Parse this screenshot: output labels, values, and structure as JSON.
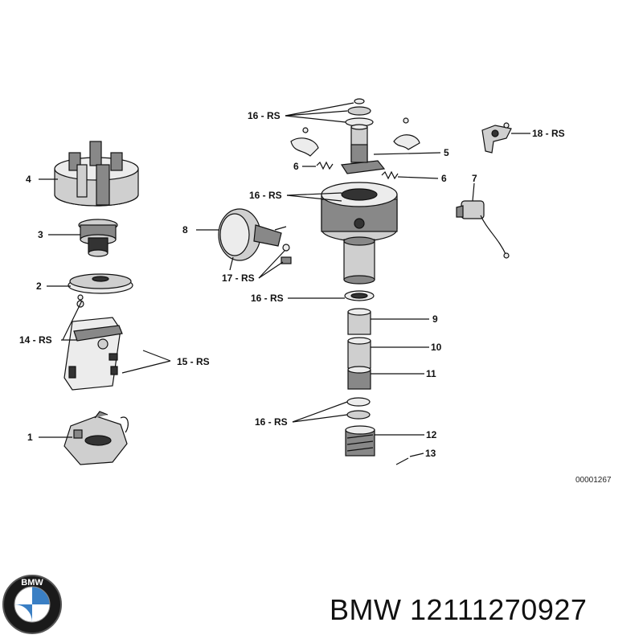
{
  "labels": {
    "l1": "1",
    "l2": "2",
    "l3": "3",
    "l4": "4",
    "l5": "5",
    "l6a": "6",
    "l6b": "6",
    "l7": "7",
    "l8": "8",
    "l9": "9",
    "l10": "10",
    "l11": "11",
    "l12": "12",
    "l13": "13",
    "l14": "14 - RS",
    "l15": "15  - RS",
    "l16a": "16 - RS",
    "l16b": "16 - RS",
    "l16c": "16 - RS",
    "l16d": "16 - RS",
    "l17": "17 - RS",
    "l18": "18 - RS"
  },
  "drawing_number": "00001267",
  "footer": {
    "brand": "BMW",
    "part_number": "12111270927",
    "logo_letters": "BMW"
  },
  "colors": {
    "logo_blue": "#3a7fc4",
    "ink": "#111111"
  }
}
